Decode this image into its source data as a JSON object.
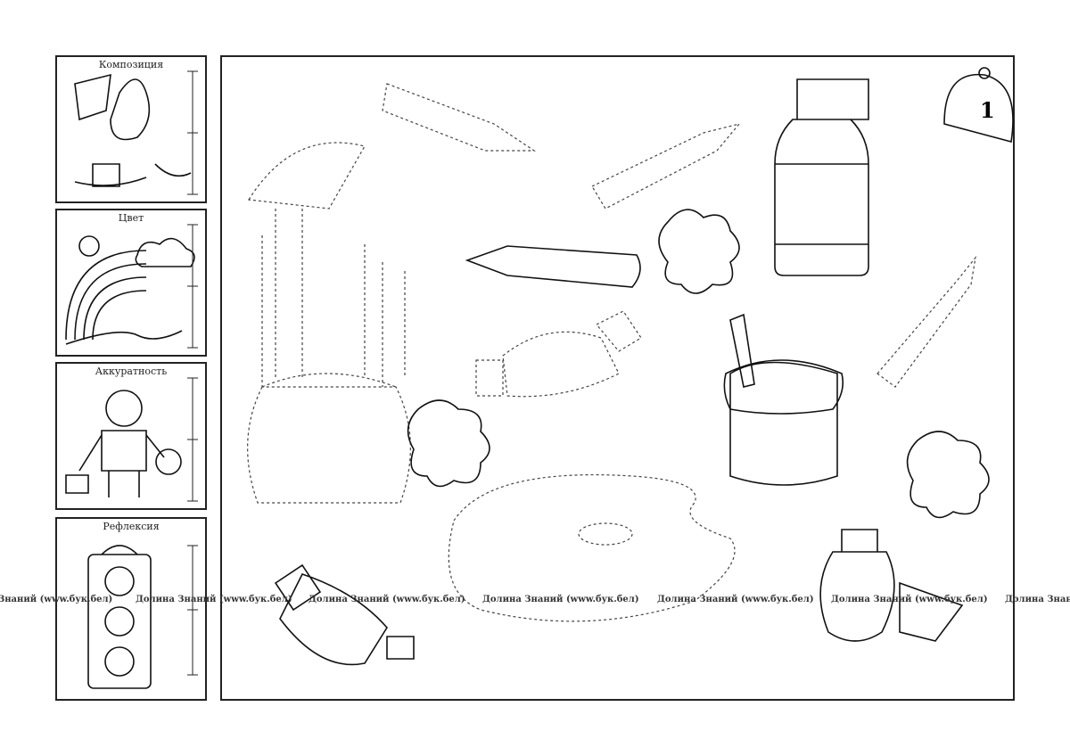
{
  "criteria": [
    {
      "label": "Композиция"
    },
    {
      "label": "Цвет"
    },
    {
      "label": "Аккуратность"
    },
    {
      "label": "Рефлексия"
    }
  ],
  "bell_number": "1",
  "watermark": "Долина Знаний (www.бук.бел)",
  "watermark_partial_left": "Знаний (www.бук.бел)",
  "watermark_partial_right": "Долина Знаний"
}
